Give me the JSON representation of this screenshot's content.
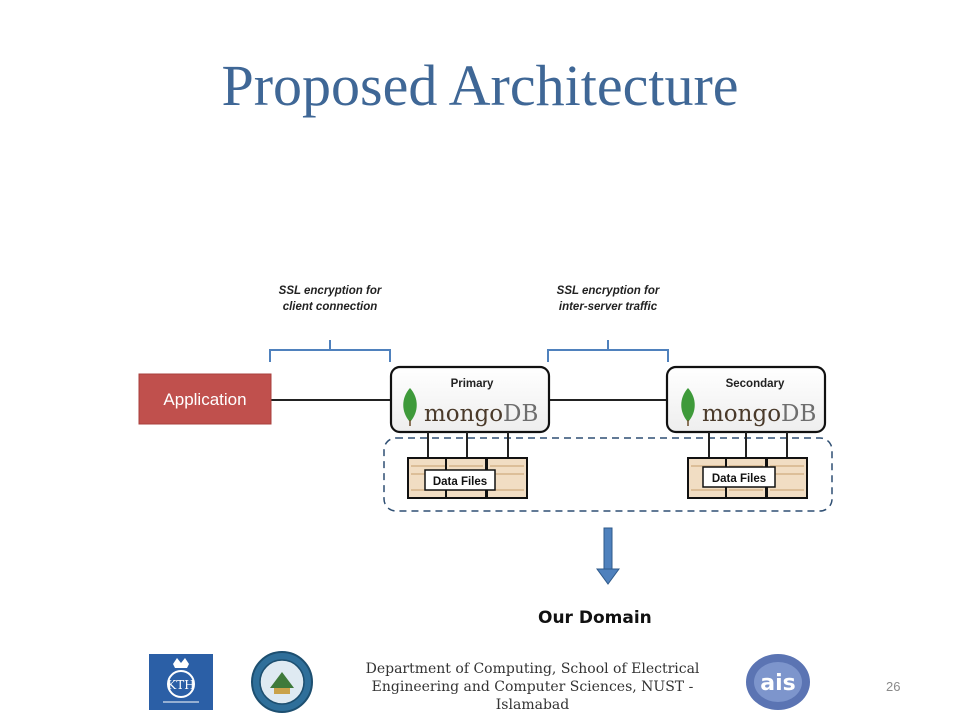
{
  "slide": {
    "title": "Proposed Architecture",
    "page_number": "26"
  },
  "diagram": {
    "ssl_client_line1": "SSL encryption for",
    "ssl_client_line2": "client connection",
    "ssl_server_line1": "SSL encryption for",
    "ssl_server_line2": "inter-server traffic",
    "application_label": "Application",
    "primary_label": "Primary",
    "secondary_label": "Secondary",
    "mongo_text_a": "mongo",
    "mongo_text_b": "DB",
    "data_files_label": "Data Files",
    "our_domain_label": "Our Domain",
    "colors": {
      "application_fill": "#c0504d",
      "arrow_fill": "#4f81bd",
      "brace_color": "#4f81bd",
      "dashed_border": "#2f4f73",
      "mongo_leaf": "#3e9a3a"
    }
  },
  "footer": {
    "line1": "Department of Computing, School of Electrical",
    "line2": "Engineering and Computer Sciences, NUST -",
    "line3": "Islamabad",
    "kth_logo_text": "KTH",
    "ais_logo_text": "ais"
  }
}
